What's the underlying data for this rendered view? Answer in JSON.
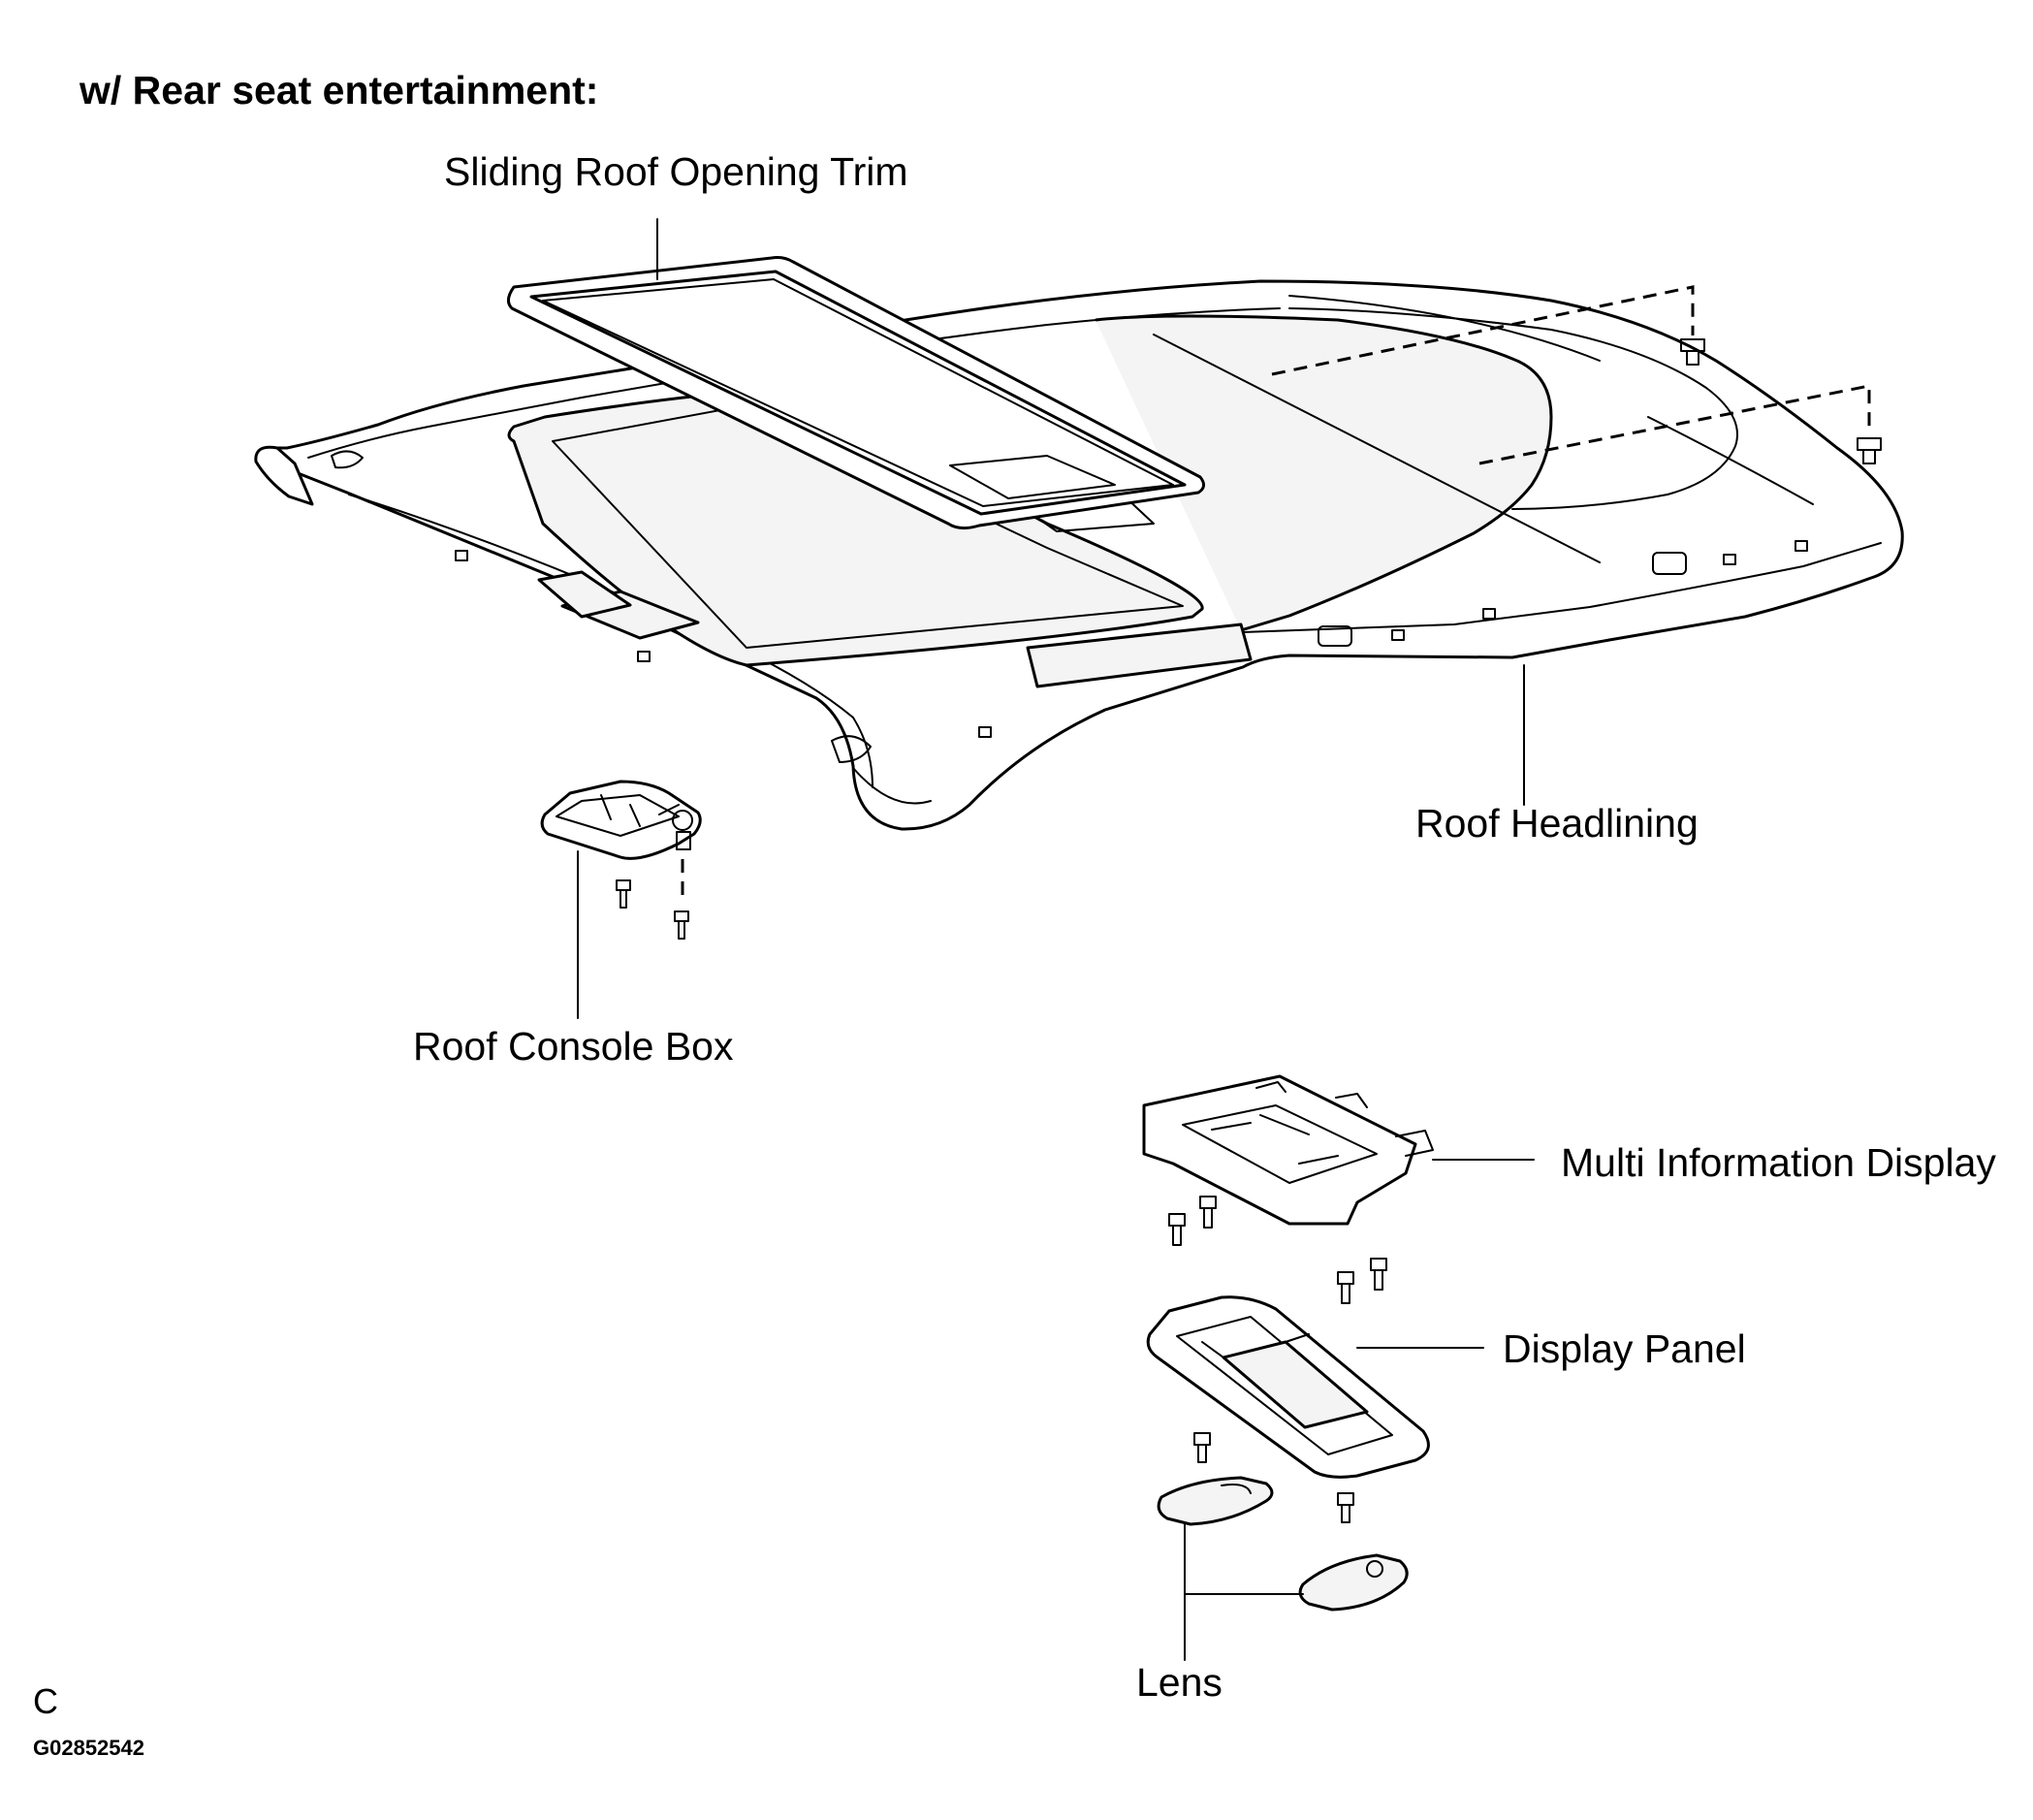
{
  "heading": "w/ Rear seat entertainment:",
  "labels": {
    "sliding_roof_opening_trim": "Sliding Roof Opening Trim",
    "roof_headlining": "Roof Headlining",
    "roof_console_box": "Roof Console Box",
    "multi_information_display": "Multi Information Display",
    "display_panel": "Display Panel",
    "lens": "Lens"
  },
  "corner_mark": "C",
  "figure_code": "G02852542"
}
